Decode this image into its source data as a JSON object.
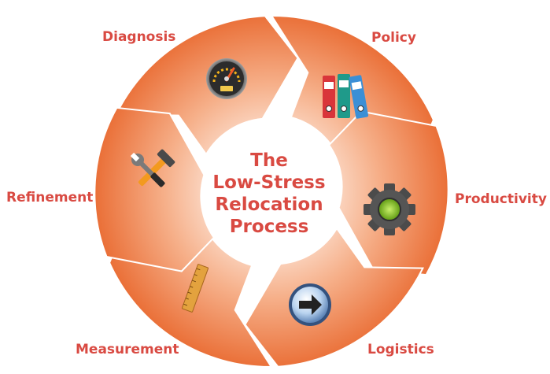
{
  "center": {
    "lines": [
      "The",
      "Low-Stress",
      "Relocation",
      "Process"
    ]
  },
  "stages": [
    {
      "label": "Diagnosis",
      "icon": "speedometer-gauge-icon"
    },
    {
      "label": "Policy",
      "icon": "binders-icon"
    },
    {
      "label": "Productivity",
      "icon": "gear-icon"
    },
    {
      "label": "Logistics",
      "icon": "arrow-button-icon"
    },
    {
      "label": "Measurement",
      "icon": "ruler-icon"
    },
    {
      "label": "Refinement",
      "icon": "wrench-hammer-icon"
    }
  ],
  "colors": {
    "label": "#d94a42",
    "segment_light": "#f7c3a6",
    "segment_dark": "#ec7b45",
    "center_fill": "#ffffff"
  }
}
